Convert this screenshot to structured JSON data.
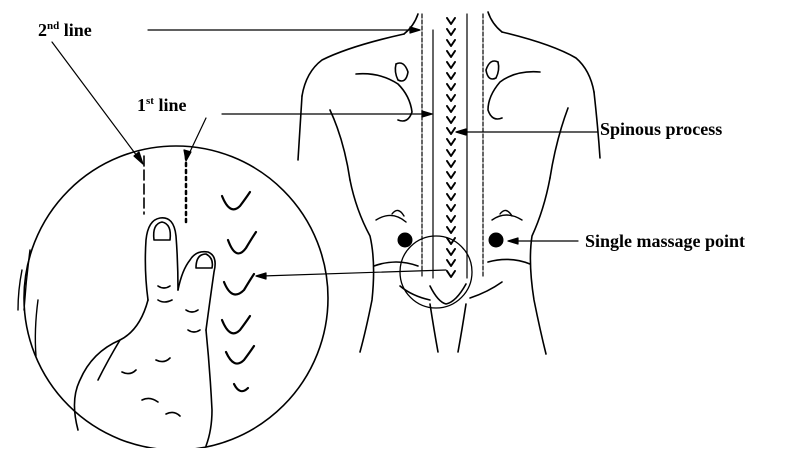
{
  "labels": {
    "second_line_num": "2",
    "second_line_sup": "nd",
    "second_line_text": " line",
    "first_line_num": "1",
    "first_line_sup": "st",
    "first_line_text": " line",
    "spinous_process": "Spinous process",
    "single_massage_point": "Single massage point"
  },
  "colors": {
    "ink": "#000000",
    "background": "#ffffff"
  }
}
